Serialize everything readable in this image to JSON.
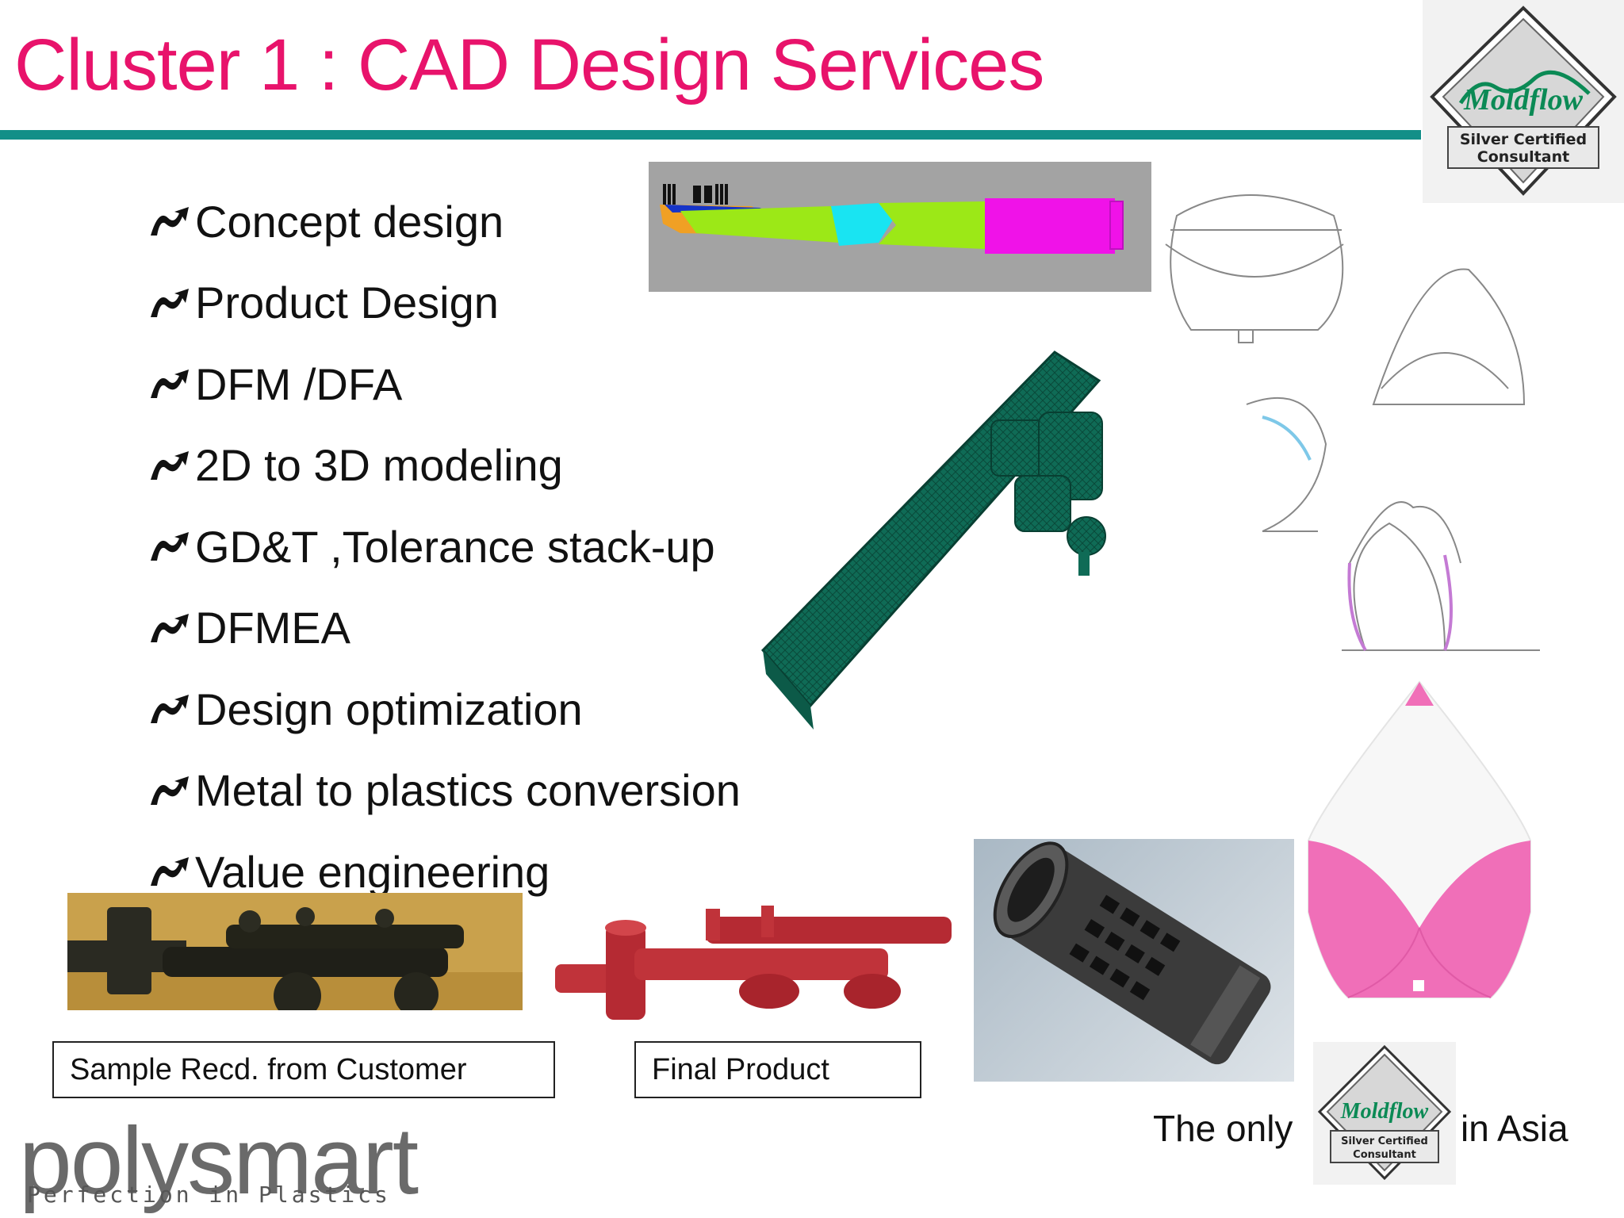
{
  "slide": {
    "title": "Cluster 1 : CAD Design Services",
    "bullets": [
      "Concept design",
      "Product Design",
      "DFM /DFA",
      "2D to 3D modeling",
      "GD&T ,Tolerance stack-up",
      "DFMEA",
      "Design optimization",
      "Metal to plastics conversion",
      "Value engineering"
    ],
    "bullet_icon": "curly-arrow-icon",
    "captions": {
      "sample": "Sample Recd. from Customer",
      "final": "Final Product"
    },
    "footer_note": {
      "before": "The only",
      "after": "in Asia"
    },
    "badge": {
      "brand": "Moldflow",
      "line1": "Silver Certified",
      "line2": "Consultant"
    },
    "company": {
      "name": "polysmart",
      "tagline": "Perfection in Plastics"
    },
    "colors": {
      "title": "#e8136b",
      "rule": "#138f88",
      "mesh": "#0f6b56",
      "pink": "#f06fb8"
    }
  }
}
